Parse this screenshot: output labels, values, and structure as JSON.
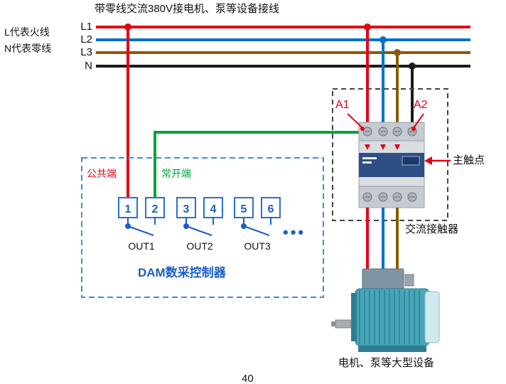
{
  "title": "带零线交流380V接电机、泵等设备接线",
  "legend": {
    "live_note": "L代表火线",
    "neutral_note": "N代表零线"
  },
  "bus": {
    "lines": [
      {
        "label": "L1",
        "color": "#e60012"
      },
      {
        "label": "L2",
        "color": "#0072c6"
      },
      {
        "label": "L3",
        "color": "#8a5c00"
      },
      {
        "label": "N",
        "color": "#1a1a1a"
      }
    ]
  },
  "controller": {
    "name": "DAM数采控制器",
    "common_terminal_label": "公共端",
    "normally_open_label": "常开端",
    "terminals": [
      "1",
      "2",
      "3",
      "4",
      "5",
      "6"
    ],
    "outputs": [
      "OUT1",
      "OUT2",
      "OUT3"
    ],
    "more_outputs": "•••"
  },
  "contactor": {
    "label": "交流接触器",
    "coil_terminal_a1": "A1",
    "coil_terminal_a2": "A2",
    "main_contact_label": "主触点"
  },
  "motor": {
    "label": "电机、泵等大型设备"
  },
  "page_number": "40",
  "colors": {
    "phase_l1": "#e60012",
    "phase_l2": "#0072c6",
    "phase_l3": "#8a5c00",
    "neutral": "#1a1a1a",
    "control_green": "#00a33e",
    "controller_blue": "#1a5fc8",
    "annotation_red": "#e60012",
    "motor_teal": "#49a5b8"
  }
}
